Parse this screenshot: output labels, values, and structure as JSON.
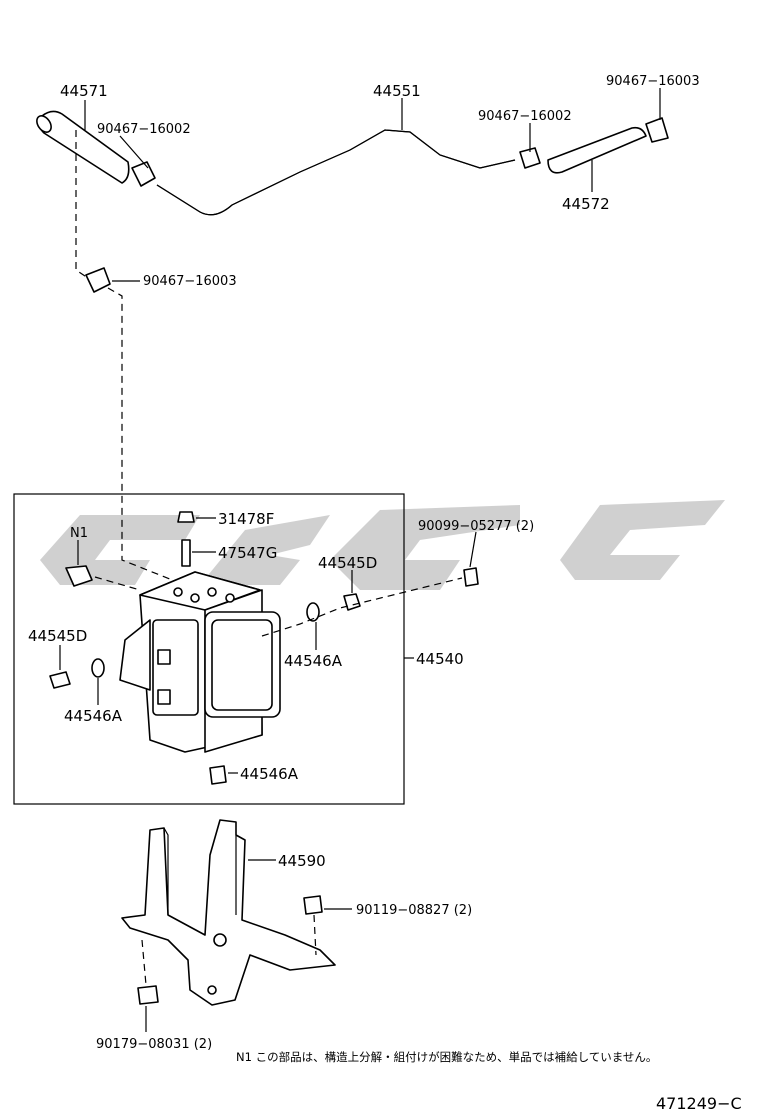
{
  "labels": {
    "p44571": "44571",
    "p44551": "44551",
    "p90467_16003_tr": "90467−16003",
    "p90467_16002_l": "90467−16002",
    "p90467_16002_r": "90467−16002",
    "p44572": "44572",
    "p90467_16003_l": "90467−16003",
    "p31478F": "31478F",
    "pN1": "N1",
    "p47547G": "47547G",
    "p44545D_r": "44545D",
    "p90099_05277": "90099−05277 (2)",
    "p44545D_l": "44545D",
    "p44546A_r": "44546A",
    "p44540": "44540",
    "p44546A_l": "44546A",
    "p44546A_b": "44546A",
    "p44590": "44590",
    "p90119_08827": "90119−08827 (2)",
    "p90179_08031": "90179−08031 (2)"
  },
  "note": "N1 この部品は、構造上分解・組付けが困難なため、単品では補給していません。",
  "diagram_code": "471249−C",
  "colors": {
    "line": "#000000",
    "watermark": "#c8c8c8",
    "background": "#ffffff"
  }
}
